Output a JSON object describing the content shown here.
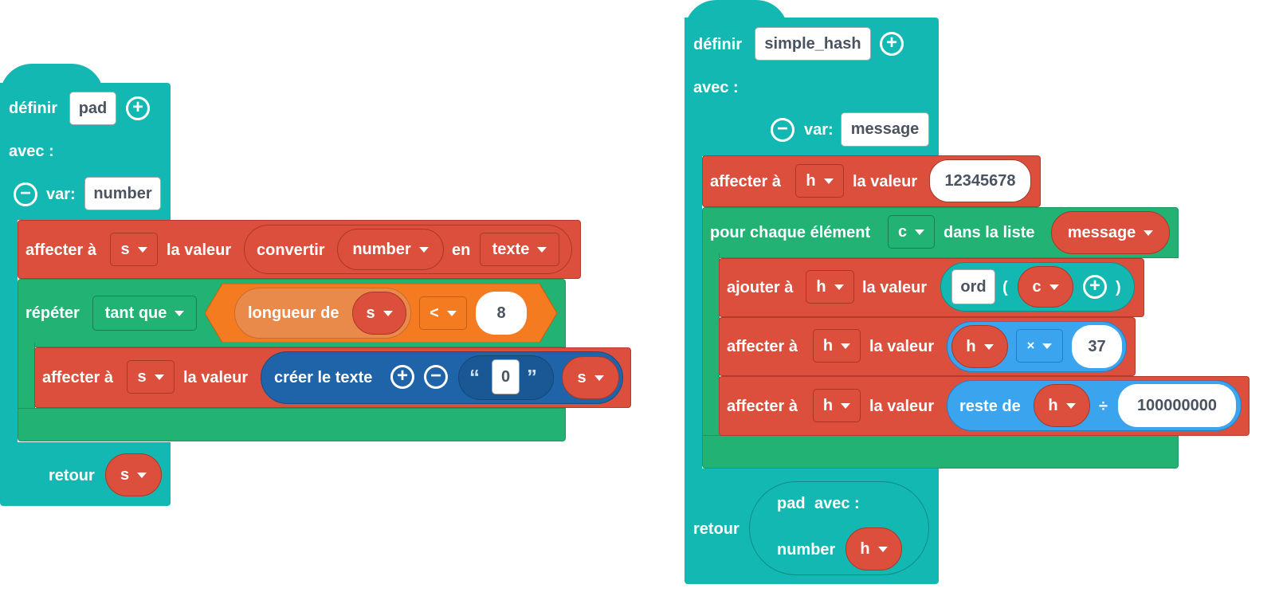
{
  "pad": {
    "define_label": "définir",
    "name": "pad",
    "avec_label": "avec :",
    "var_label": "var:",
    "param": "number",
    "assign1": {
      "prefix": "affecter à",
      "var": "s",
      "mid": "la valeur",
      "convert_label": "convertir",
      "convert_arg": "number",
      "en_label": "en",
      "type": "texte"
    },
    "repeat": {
      "label": "répéter",
      "mode": "tant que",
      "length_label": "longueur de",
      "length_var": "s",
      "op": "<",
      "value": "8"
    },
    "assign2": {
      "prefix": "affecter à",
      "var": "s",
      "mid": "la valeur",
      "create_label": "créer le texte",
      "quote_open": "“",
      "text_value": "0",
      "quote_close": "”",
      "var2": "s"
    },
    "return_label": "retour",
    "return_var": "s"
  },
  "simple_hash": {
    "define_label": "définir",
    "name": "simple_hash",
    "avec_label": "avec :",
    "var_label": "var:",
    "param": "message",
    "assign1": {
      "prefix": "affecter à",
      "var": "h",
      "mid": "la valeur",
      "value": "12345678"
    },
    "foreach": {
      "label": "pour chaque élément",
      "var": "c",
      "in_label": "dans la liste",
      "list": "message"
    },
    "add": {
      "prefix": "ajouter à",
      "var": "h",
      "mid": "la valeur",
      "ord_label": "ord",
      "paren_open": "(",
      "arg": "c",
      "paren_close": ")"
    },
    "assign2": {
      "prefix": "affecter à",
      "var": "h",
      "mid": "la valeur",
      "left": "h",
      "op": "×",
      "right": "37"
    },
    "assign3": {
      "prefix": "affecter à",
      "var": "h",
      "mid": "la valeur",
      "reste_label": "reste de",
      "left": "h",
      "div": "÷",
      "right": "100000000"
    },
    "return_label": "retour",
    "call_name": "pad",
    "call_avec": "avec :",
    "call_param": "number",
    "call_arg": "h"
  },
  "icons": [
    "plus-circle-icon",
    "minus-circle-icon",
    "dropdown-arrow-icon"
  ],
  "colors": {
    "procedure": "#14b8b3",
    "variable": "#dc4f3c",
    "loop": "#22b274",
    "logic": "#f57b20",
    "text": "#1f63a8",
    "math": "#3ba4ee"
  }
}
